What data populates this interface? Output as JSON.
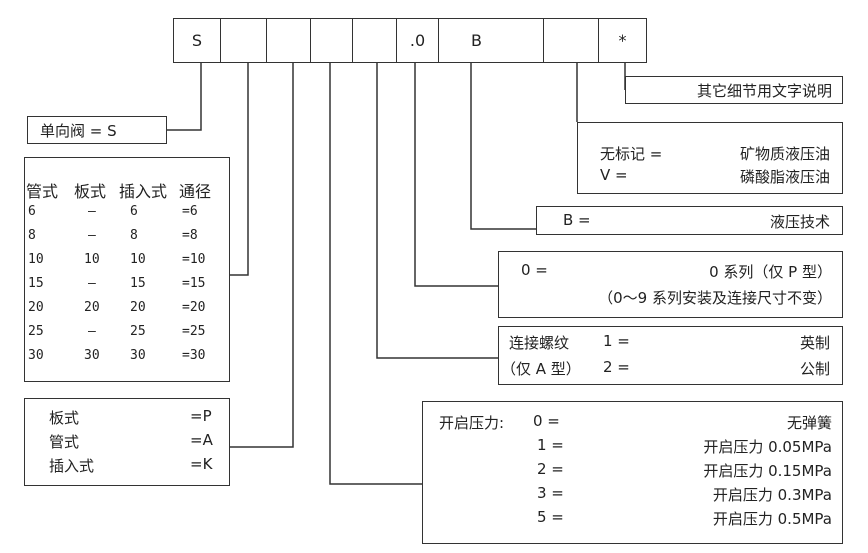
{
  "code": [
    "S",
    "",
    "",
    "",
    "",
    ".0",
    "B",
    "",
    "*"
  ],
  "remark": "其它细节用文字说明",
  "oil": [
    {
      "label": "无标记 =",
      "value": "矿物质液压油"
    },
    {
      "label": "V =",
      "value": "磷酸脂液压油"
    }
  ],
  "series_b": {
    "label": "B =",
    "value": "液压技术"
  },
  "series0": {
    "label": "0 =",
    "value": "0 系列（仅 P 型）",
    "note": "（0〜9 系列安装及连接尺寸不变）"
  },
  "thread": [
    {
      "title": "连接螺纹",
      "code": "1 =",
      "value": "英制"
    },
    {
      "title": "（仅 A 型）",
      "code": "2 =",
      "value": "公制"
    }
  ],
  "pressure": {
    "title": "开启压力:",
    "rows": [
      {
        "code": "0 =",
        "value": "无弹簧"
      },
      {
        "code": "1 =",
        "value": "开启压力 0.05MPa"
      },
      {
        "code": "2 =",
        "value": "开启压力 0.15MPa"
      },
      {
        "code": "3 =",
        "value": "开启压力 0.3MPa"
      },
      {
        "code": "5 =",
        "value": "开启压力 0.5MPa"
      }
    ]
  },
  "check_valve": "单向阀 = S",
  "size_table": {
    "headers": [
      "管式",
      "板式",
      "插入式",
      "通径"
    ],
    "rows": [
      [
        "6",
        "—",
        "6",
        "=6"
      ],
      [
        "8",
        "—",
        "8",
        "=8"
      ],
      [
        "10",
        "10",
        "10",
        "=10"
      ],
      [
        "15",
        "—",
        "15",
        "=15"
      ],
      [
        "20",
        "20",
        "20",
        "=20"
      ],
      [
        "25",
        "—",
        "25",
        "=25"
      ],
      [
        "30",
        "30",
        "30",
        "=30"
      ]
    ]
  },
  "mount": [
    {
      "label": "板式",
      "value": "=P"
    },
    {
      "label": "管式",
      "value": "=A"
    },
    {
      "label": "插入式",
      "value": "=K"
    }
  ]
}
